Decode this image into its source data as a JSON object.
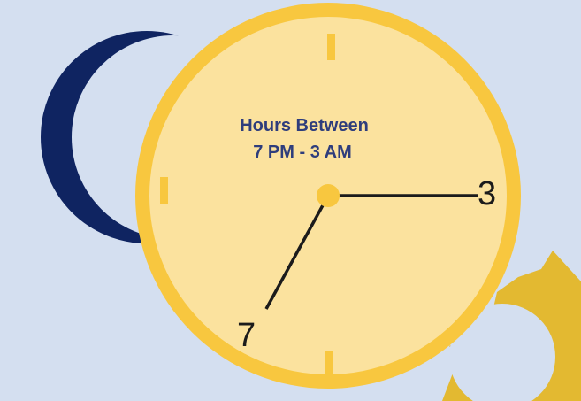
{
  "caption": {
    "line1": "Hours Between",
    "line2": "7 PM - 3 AM"
  },
  "hours": {
    "start_label": "7",
    "end_label": "3"
  },
  "colors": {
    "background": "#d4dff0",
    "moon": "#0f2461",
    "clock_face": "#fbe29e",
    "clock_rim": "#f8c73f",
    "sun": "#e3b931",
    "caption_text": "#2e3d7c",
    "hands": "#1b1b1b"
  },
  "icons": [
    "moon-icon",
    "sun-icon",
    "clock-icon"
  ]
}
